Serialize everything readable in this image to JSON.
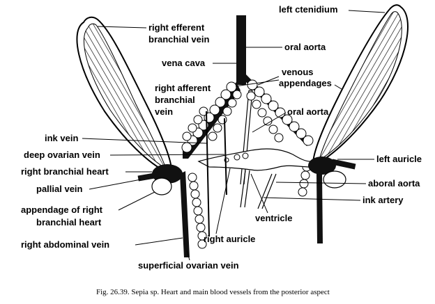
{
  "labels": {
    "right_efferent_line1": "right efferent",
    "right_efferent_line2": "branchial vein",
    "left_ctenidium": "left ctenidium",
    "oral_aorta_top": "oral aorta",
    "vena_cava": "vena cava",
    "venous_line1": "venous",
    "venous_line2": "appendages",
    "right_afferent_line1": "right afferent",
    "right_afferent_line2": "branchial",
    "right_afferent_line3": "vein",
    "oral_aorta_mid": "oral aorta",
    "ink_vein": "ink vein",
    "deep_ovarian_vein": "deep ovarian vein",
    "right_branchial_heart": "right branchial heart",
    "left_auricle": "left auricle",
    "pallial_vein": "pallial vein",
    "aboral_aorta": "aboral aorta",
    "appendage_line1": "appendage of right",
    "appendage_line2": "branchial heart",
    "ink_artery": "ink artery",
    "ventricle": "ventricle",
    "right_auricle": "right auricle",
    "right_abdominal_vein": "right abdominal vein",
    "superficial_ovarian_vein": "superficial ovarian vein"
  },
  "caption": "Fig. 26.39. Sepia sp. Heart and main blood vessels from the posterior aspect"
}
